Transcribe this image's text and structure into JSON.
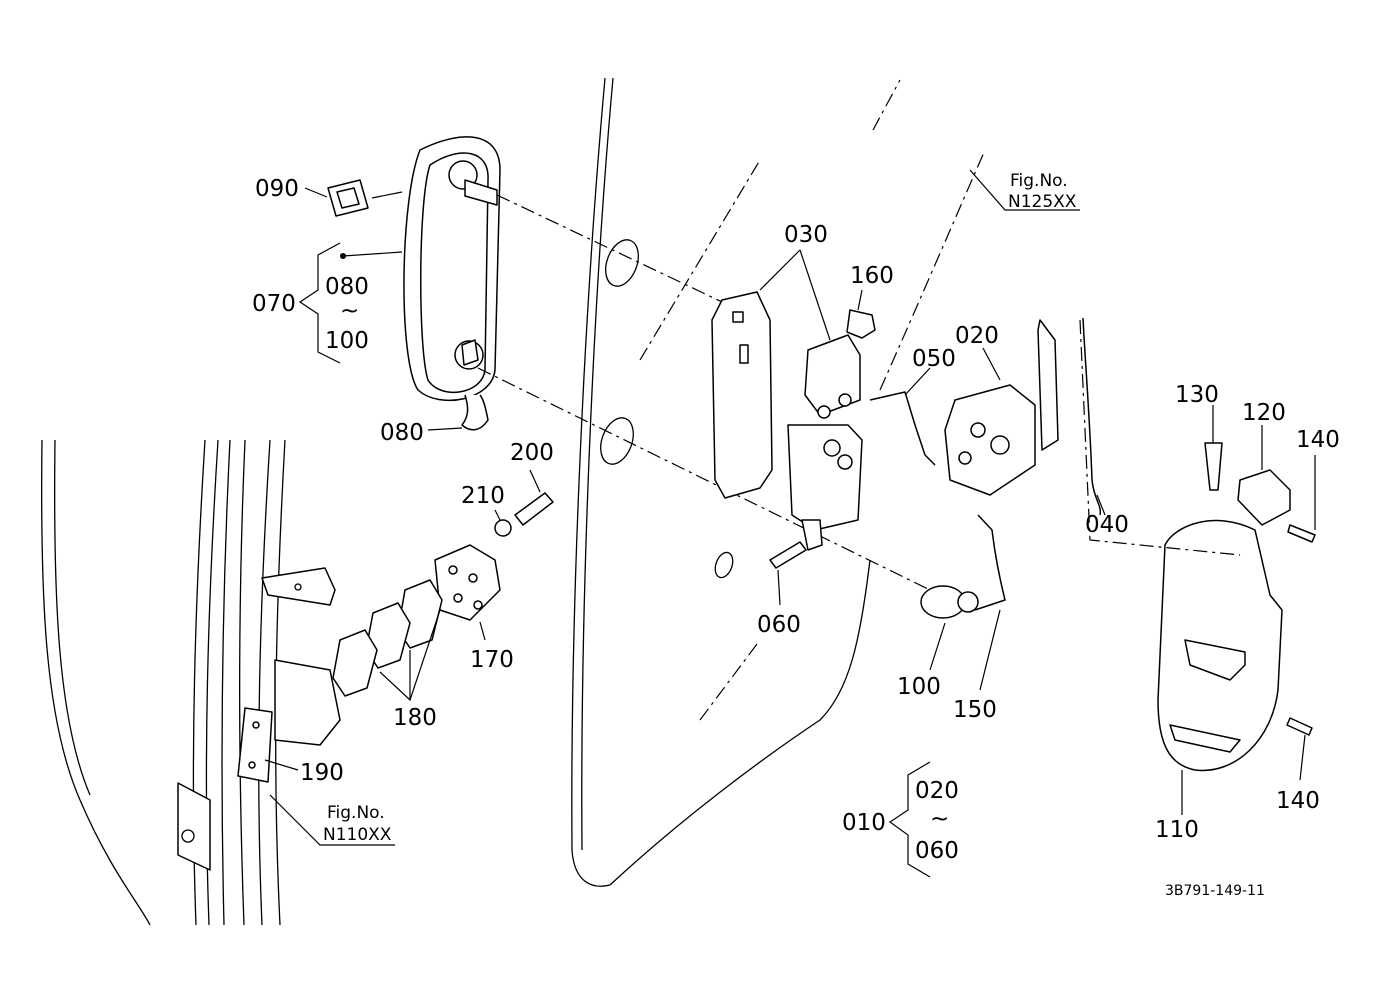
{
  "drawing_code": "3B791-149-11",
  "figure_refs": [
    {
      "id": "fig-n125",
      "label": "Fig.No.",
      "number": "N125XX"
    },
    {
      "id": "fig-n110",
      "label": "Fig.No.",
      "number": "N110XX"
    }
  ],
  "callouts": {
    "c010": "010",
    "c020": "020",
    "c020b": "020",
    "c030": "030",
    "c040": "040",
    "c050": "050",
    "c060": "060",
    "c060b": "060",
    "c070": "070",
    "c080": "080",
    "c080b": "080",
    "c090": "090",
    "c100": "100",
    "c100b": "100",
    "c110": "110",
    "c120": "120",
    "c130": "130",
    "c140": "140",
    "c140b": "140",
    "c150": "150",
    "c160": "160",
    "c170": "170",
    "c180": "180",
    "c190": "190",
    "c200": "200",
    "c210": "210"
  },
  "range_symbol": "~"
}
